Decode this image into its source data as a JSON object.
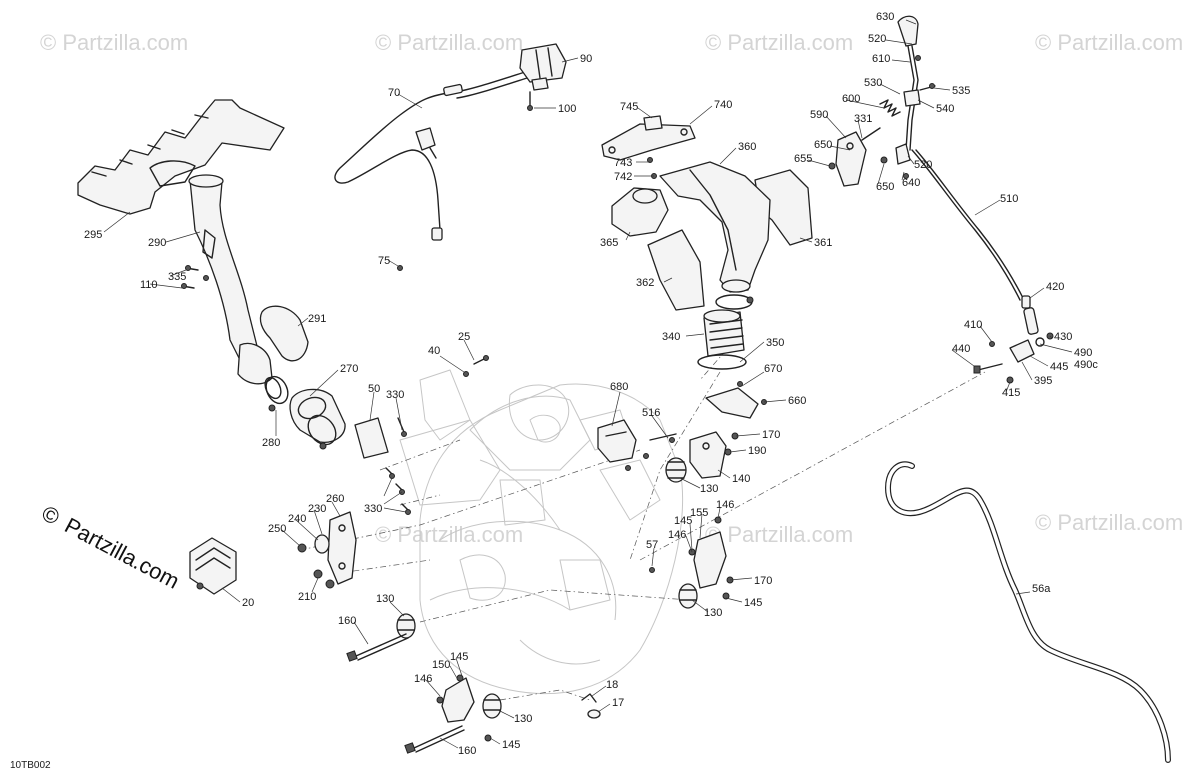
{
  "diagram_code": "10TB002",
  "watermark_text": "© Partzilla.com",
  "logo": {
    "symbol": "©",
    "text": "Partzilla.com"
  },
  "callouts": [
    "630",
    "520",
    "610",
    "530",
    "535",
    "540",
    "600",
    "590",
    "331",
    "650",
    "655",
    "520",
    "650",
    "640",
    "510",
    "745",
    "740",
    "743",
    "742",
    "360",
    "365",
    "361",
    "362",
    "340",
    "350",
    "90",
    "70",
    "100",
    "75",
    "295",
    "290",
    "335",
    "110",
    "291",
    "270",
    "280",
    "25",
    "40",
    "50",
    "330",
    "330",
    "680",
    "516",
    "670",
    "660",
    "170",
    "190",
    "140",
    "130",
    "260",
    "230",
    "240",
    "250",
    "210",
    "20",
    "146",
    "155",
    "145",
    "146",
    "57",
    "170",
    "130",
    "145",
    "130",
    "160",
    "150",
    "145",
    "146",
    "18",
    "17",
    "130",
    "160",
    "145",
    "420",
    "410",
    "430",
    "440",
    "490",
    "490c",
    "445",
    "395",
    "415",
    "56a"
  ]
}
